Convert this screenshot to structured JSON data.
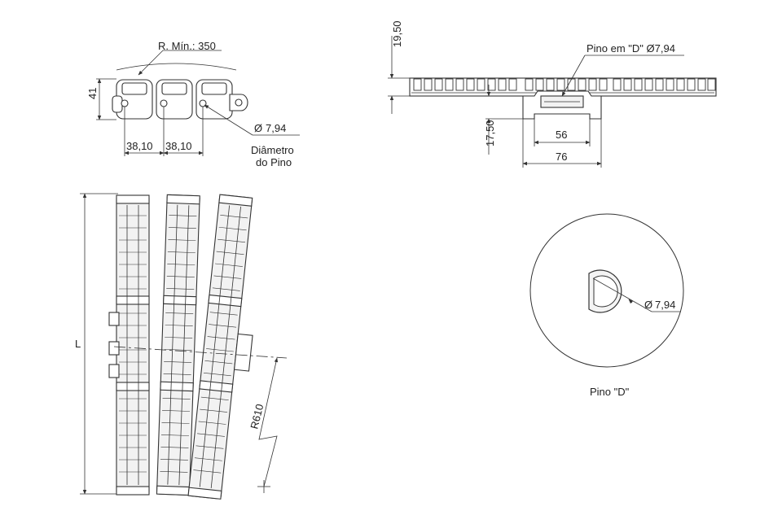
{
  "side_view": {
    "radius_label": "R. Mín.: 350",
    "height_label": "41",
    "pitch_left": "38,10",
    "pitch_right": "38,10",
    "pin_dia": "7,94",
    "pin_caption_1": "Diâmetro",
    "pin_caption_2": "do Pino"
  },
  "front_view": {
    "height_top": "19,50",
    "pin_label": "Pino em \"D\" Ø7,94",
    "height_bottom": "17,50",
    "width_inner": "56",
    "width_outer": "76"
  },
  "plan_view": {
    "length_label": "L",
    "radius_label": "R610"
  },
  "pin_detail": {
    "dia_label": "7,94",
    "caption": "Pino \"D\""
  },
  "colors": {
    "line": "#333333",
    "fill_light": "#f2f2f2",
    "background": "#ffffff"
  }
}
